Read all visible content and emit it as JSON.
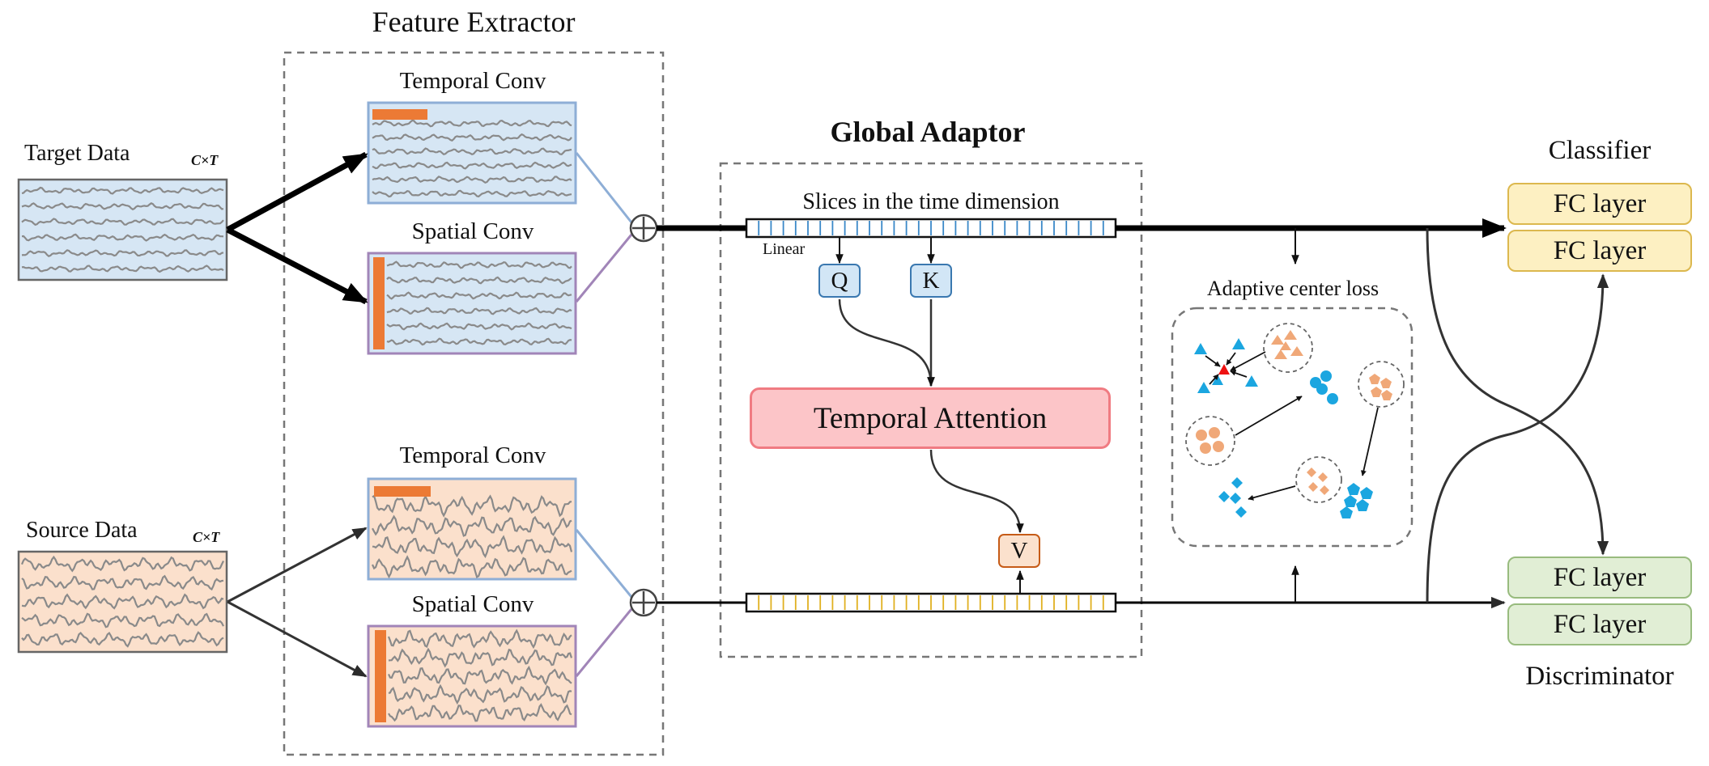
{
  "title": "",
  "feature_extractor": {
    "title": "Feature Extractor",
    "target_temporal_label": "Temporal Conv",
    "target_spatial_label": "Spatial Conv",
    "source_temporal_label": "Temporal Conv",
    "source_spatial_label": "Spatial Conv"
  },
  "inputs": {
    "target_label": "Target Data",
    "target_dims": "C×T",
    "source_label": "Source Data",
    "source_dims": "C×T"
  },
  "global_adaptor": {
    "title": "Global Adaptor",
    "slices_label": "Slices in the time dimension",
    "linear_label": "Linear",
    "q_label": "Q",
    "k_label": "K",
    "v_label": "V",
    "attention_label": "Temporal Attention"
  },
  "center_loss": {
    "label": "Adaptive center loss"
  },
  "classifier": {
    "title": "Classifier",
    "layers": [
      "FC layer",
      "FC layer"
    ]
  },
  "discriminator": {
    "title": "Discriminator",
    "layers": [
      "FC layer",
      "FC layer"
    ]
  },
  "colors": {
    "target_fill": "#d6e6f4",
    "source_fill": "#fbe0cc",
    "kernel": "#ec7a35",
    "temporal_border": "#8eaed6",
    "spatial_border": "#a185b8",
    "signal": "#8a8a8a",
    "slice_blue": "#3a88c8",
    "slice_yellow": "#e0b020",
    "cluster_blue": "#1ba6e0",
    "cluster_orange": "#f0a878",
    "center_red": "#ee1111",
    "attention_fill": "#fcc5c8",
    "fc_yellow": "#fdf0c2",
    "fc_green": "#e1eed5"
  }
}
